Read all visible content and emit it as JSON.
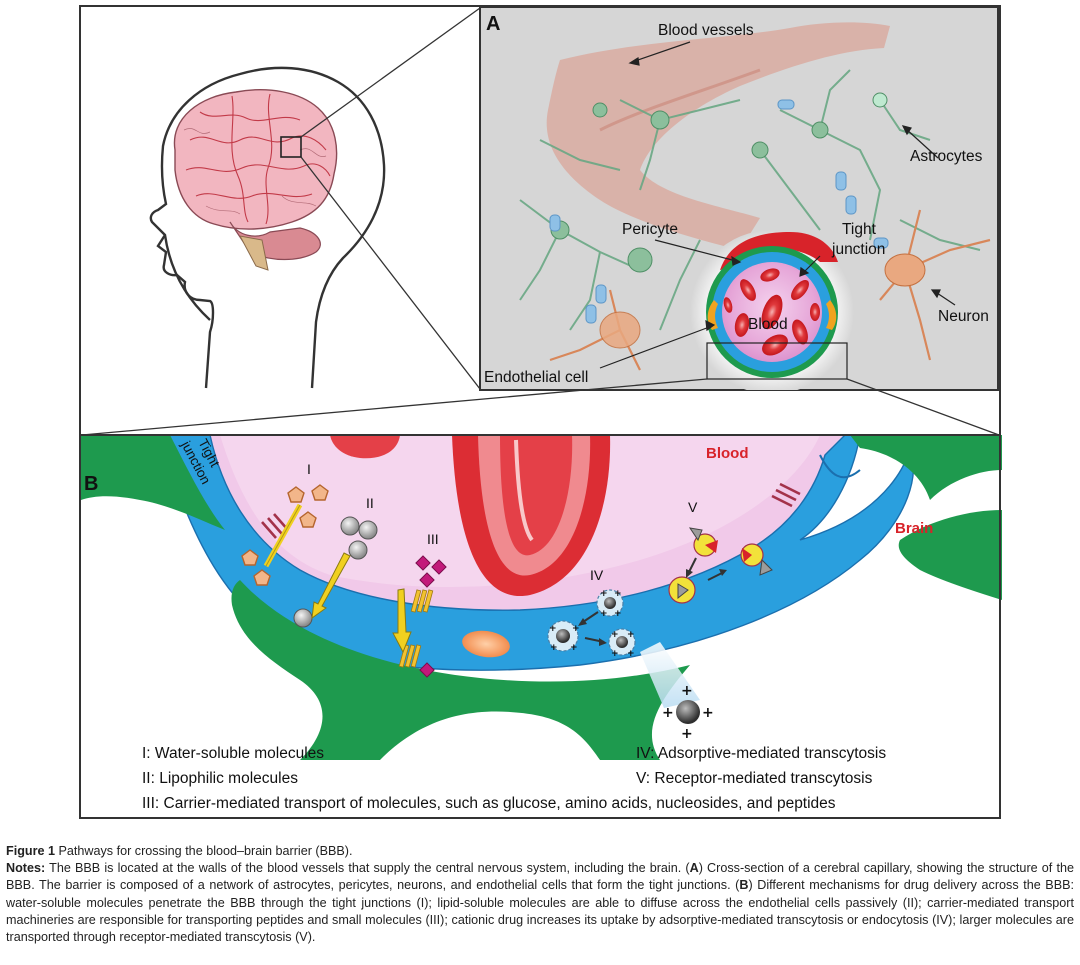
{
  "panel_a": {
    "letter": "A",
    "labels": {
      "blood_vessels": "Blood vessels",
      "astrocytes": "Astrocytes",
      "pericyte": "Pericyte",
      "tight_junction_line1": "Tight",
      "tight_junction_line2": "junction",
      "neuron": "Neuron",
      "blood": "Blood",
      "endothelial_cell": "Endothelial cell"
    }
  },
  "panel_b": {
    "letter": "B",
    "labels": {
      "blood": "Blood",
      "brain": "Brain",
      "tight_junction_line1": "Tight",
      "tight_junction_line2": "junction",
      "route_i": "I",
      "route_ii": "II",
      "route_iii": "III",
      "route_iv": "IV",
      "route_v": "V"
    },
    "legend": {
      "i": "I: Water-soluble molecules",
      "ii": "II: Lipophilic molecules",
      "iii": "III: Carrier-mediated transport of molecules, such as glucose, amino acids, nucleosides, and peptides",
      "iv": "IV: Adsorptive-mediated transcytosis",
      "v": "V: Receptor-mediated transcytosis"
    }
  },
  "caption": {
    "figure_label": "Figure 1",
    "title": "Pathways for crossing the blood–brain barrier (BBB).",
    "notes_label": "Notes:",
    "notes_1": "The BBB is located at the walls of the blood vessels that supply the central nervous system, including the brain. (",
    "a_letter": "A",
    "notes_2": ") Cross-section of a cerebral capillary, showing the structure of the BBB. The barrier is composed of a network of astrocytes, pericytes, neurons, and endothelial cells that form the tight junctions. (",
    "b_letter": "B",
    "notes_3": ") Different mechanisms for drug delivery across the BBB: water-soluble molecules penetrate the BBB through the tight junctions (I); lipid-soluble molecules are able to diffuse across the endothelial cells passively (II); carrier-mediated transport machineries are responsible for transporting peptides and small molecules (III); cationic drug increases its uptake by adsorptive-mediated transcytosis or endocytosis (IV); larger molecules are transported through receptor-mediated transcytosis (V)."
  },
  "colors": {
    "endothelium": "#2a9fde",
    "astrocyte_feet": "#1e9a4e",
    "blood_lumen": "#e9a8d8",
    "red_cell": "#d9262c",
    "label_red": "#d8232a",
    "carrier": "#f2c230",
    "water_soluble": "#e8a877",
    "drug": "#c21a7a",
    "panel_a_bg": "#d6d6d6"
  },
  "icons": [
    "brain-illustration",
    "head-silhouette",
    "red-blood-cell",
    "pentagon-molecule",
    "sphere-molecule",
    "diamond-molecule",
    "vesicle",
    "receptor",
    "arrow"
  ]
}
